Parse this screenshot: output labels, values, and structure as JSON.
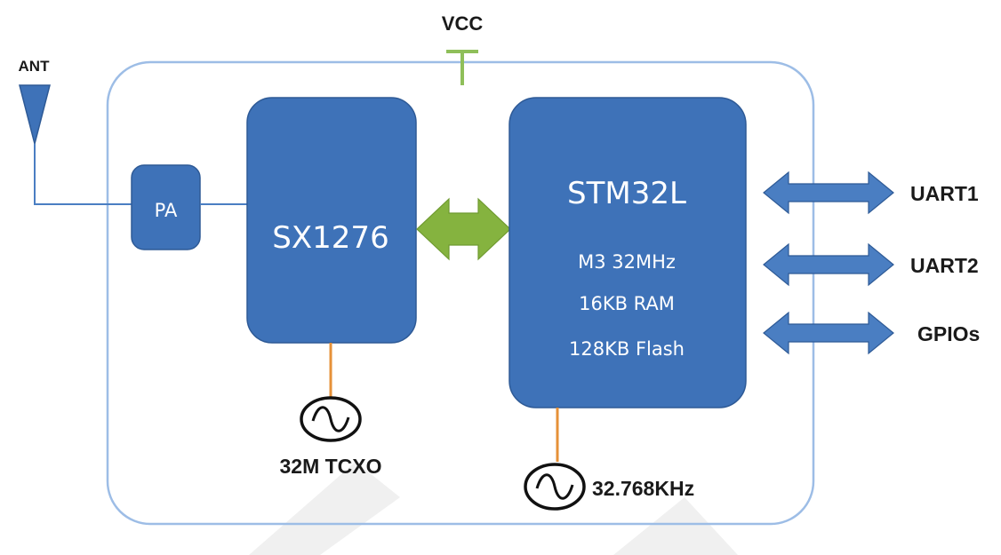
{
  "labels": {
    "vcc": "VCC",
    "ant": "ANT",
    "pa": "PA",
    "sx1276": "SX1276",
    "stm32l": "STM32L",
    "stm_spec_cpu": "M3 32MHz",
    "stm_spec_ram": "16KB RAM",
    "stm_spec_flash": "128KB Flash",
    "uart1": "UART1",
    "uart2": "UART2",
    "gpios": "GPIOs",
    "tcxo": "32M TCXO",
    "crystal_32k": "32.768KHz"
  },
  "colors": {
    "block_fill": "#3e72b8",
    "block_stroke": "#2e5a96",
    "module_outline": "#9dbde6",
    "antenna_line": "#4a7ec2",
    "io_arrow": "#4a7ec2",
    "bus_arrow": "#85b33f",
    "clock_line": "#e69138",
    "vcc_symbol": "#8fbf5a",
    "watermark": "#eeeeee"
  }
}
